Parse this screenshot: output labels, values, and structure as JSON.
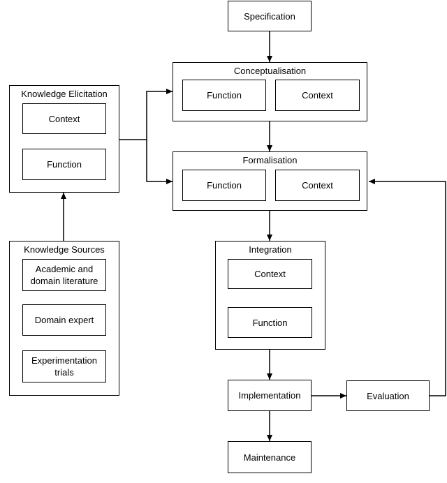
{
  "nodes": {
    "specification": "Specification",
    "conceptualisation": {
      "title": "Conceptualisation",
      "left": "Function",
      "right": "Context"
    },
    "formalisation": {
      "title": "Formalisation",
      "left": "Function",
      "right": "Context"
    },
    "integration": {
      "title": "Integration",
      "top": "Context",
      "bottom": "Function"
    },
    "implementation": "Implementation",
    "evaluation": "Evaluation",
    "maintenance": "Maintenance",
    "knowledge_elicitation": {
      "title": "Knowledge Elicitation",
      "top": "Context",
      "bottom": "Function"
    },
    "knowledge_sources": {
      "title": "Knowledge Sources",
      "items": [
        "Academic and domain literature",
        "Domain expert",
        "Experimentation trials"
      ]
    }
  },
  "colors": {
    "line": "#000000",
    "fill": "#ffffff"
  }
}
